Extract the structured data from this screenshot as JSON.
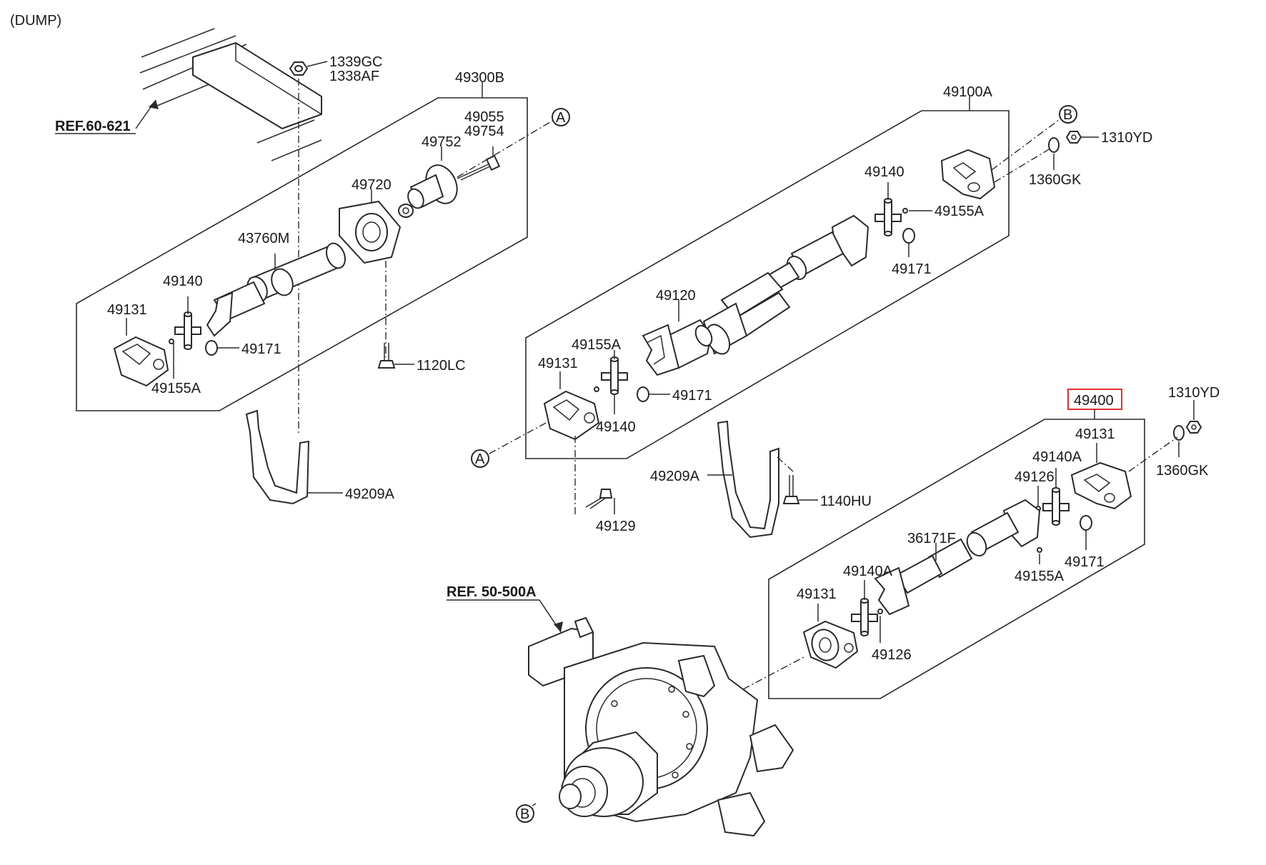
{
  "header": {
    "variant": "(DUMP)"
  },
  "refs": {
    "frame": "REF.60-621",
    "axle": "REF. 50-500A"
  },
  "markers": {
    "a": "A",
    "b": "B"
  },
  "highlight_color": "#e03030",
  "assemblies": {
    "front": {
      "id": "49300B",
      "parts": {
        "nut_a": "1339GC",
        "nut_b": "1338AF",
        "bolt_a": "49055",
        "bolt_b": "49754",
        "flange": "49752",
        "bearing": "49720",
        "tube": "43760M",
        "cross": "49140",
        "yoke": "49131",
        "ring": "49171",
        "nipple": "49155A",
        "bolt": "1120LC",
        "bracket": "49209A"
      }
    },
    "middle": {
      "id": "49100A",
      "parts": {
        "cross_top": "49140",
        "nipple_top": "49155A",
        "ring_top": "49171",
        "shaft": "49120",
        "nipple": "49155A",
        "yoke": "49131",
        "ring": "49171",
        "cross": "49140",
        "bolt": "49129",
        "bracket": "49209A",
        "screw": "1140HU",
        "washer": "1360GK",
        "nut": "1310YD"
      }
    },
    "rear": {
      "id": "49400",
      "parts": {
        "nut": "1310YD",
        "washer": "1360GK",
        "yoke_top": "49131",
        "cross_top": "49140A",
        "nipple_top": "49126",
        "ring": "49171",
        "slip": "36171F",
        "nipple": "49155A",
        "cross": "49140A",
        "yoke": "49131",
        "nipple_bottom": "49126"
      }
    }
  }
}
